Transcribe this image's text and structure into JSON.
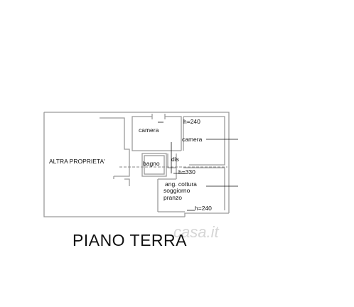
{
  "plan": {
    "title": "PIANO TERRA",
    "watermark": "casa.it",
    "colors": {
      "ink": "#111111",
      "wall": "#9a9a9a",
      "watermark": "#d6d6d6"
    },
    "labels": {
      "altra_proprieta": "ALTRA PROPRIETA'",
      "camera_1": "camera",
      "camera_2": "camera",
      "bagno": "bagno",
      "dis": "dis",
      "h_top": "h=240",
      "h_mid": "h=330",
      "h_bottom": "h=240",
      "ang_cottura": "ang. cottura",
      "soggiorno": "soggiorno",
      "pranzo": "pranzo"
    }
  }
}
